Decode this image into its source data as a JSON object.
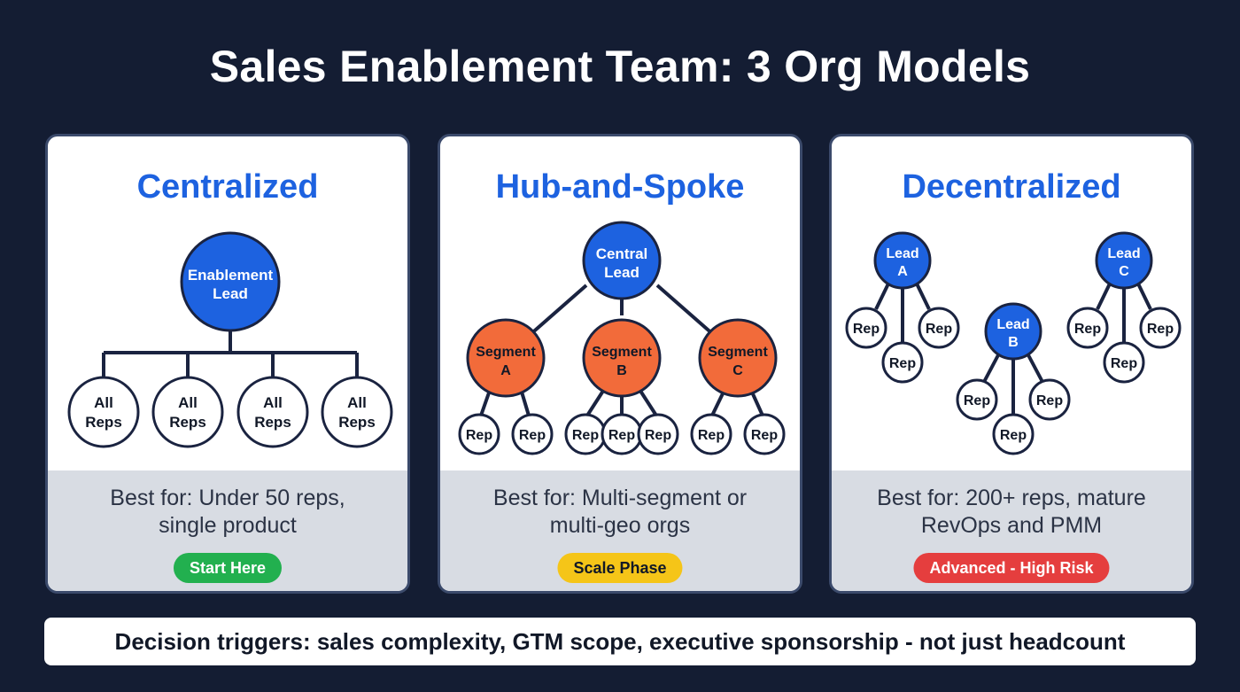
{
  "title": "Sales Enablement Team: 3 Org Models",
  "models": [
    {
      "name": "Centralized",
      "nodes": {
        "lead": [
          "Enablement",
          "Lead"
        ],
        "reps": [
          [
            "All",
            "Reps"
          ],
          [
            "All",
            "Reps"
          ],
          [
            "All",
            "Reps"
          ],
          [
            "All",
            "Reps"
          ]
        ]
      },
      "best_for": [
        "Best for: Under 50 reps,",
        "single product"
      ],
      "badge": "Start Here",
      "badge_color": "#22b04f"
    },
    {
      "name": "Hub-and-Spoke",
      "nodes": {
        "lead": [
          "Central",
          "Lead"
        ],
        "segments": [
          [
            "Segment",
            "A"
          ],
          [
            "Segment",
            "B"
          ],
          [
            "Segment",
            "C"
          ]
        ],
        "rep": "Rep"
      },
      "best_for": [
        "Best for: Multi-segment or",
        "multi-geo orgs"
      ],
      "badge": "Scale Phase",
      "badge_color": "#f5c518"
    },
    {
      "name": "Decentralized",
      "nodes": {
        "leads": [
          [
            "Lead",
            "A"
          ],
          [
            "Lead",
            "B"
          ],
          [
            "Lead",
            "C"
          ]
        ],
        "rep": "Rep"
      },
      "best_for": [
        "Best for: 200+ reps, mature",
        "RevOps and PMM"
      ],
      "badge": "Advanced - High Risk",
      "badge_color": "#e53e3e"
    }
  ],
  "footer": "Decision triggers: sales complexity, GTM scope, executive sponsorship - not just headcount",
  "colors": {
    "background": "#141d33",
    "accent_blue": "#1d62e0",
    "segment_orange": "#f26b3a",
    "node_outline": "#1a2340"
  }
}
